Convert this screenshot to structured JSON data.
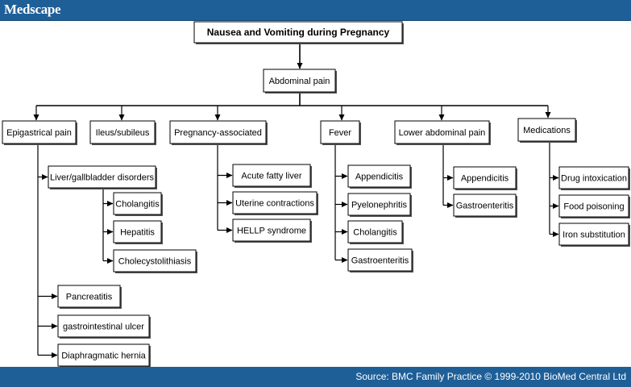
{
  "header": {
    "brand": "Medscape"
  },
  "footer": {
    "source": "Source: BMC Family Practice © 1999-2010 BioMed Central Ltd"
  },
  "diagram": {
    "title": "Nausea and Vomiting during Pregnancy",
    "root": "Abdominal pain",
    "categories": [
      {
        "label": "Epigastrical pain",
        "children": [
          {
            "label": "Liver/gallbladder disorders",
            "children": [
              "Cholangitis",
              "Hepatitis",
              "Cholecystolithiasis"
            ]
          },
          {
            "label": "Pancreatitis"
          },
          {
            "label": "gastrointestinal ulcer"
          },
          {
            "label": "Diaphragmatic hernia"
          }
        ]
      },
      {
        "label": "Ileus/subileus",
        "children": []
      },
      {
        "label": "Pregnancy-associated",
        "children": [
          {
            "label": "Acute fatty liver"
          },
          {
            "label": "Uterine contractions"
          },
          {
            "label": "HELLP syndrome"
          }
        ]
      },
      {
        "label": "Fever",
        "children": [
          {
            "label": "Appendicitis"
          },
          {
            "label": "Pyelonephritis"
          },
          {
            "label": "Cholangitis"
          },
          {
            "label": "Gastroenteritis"
          }
        ]
      },
      {
        "label": "Lower abdominal pain",
        "children": [
          {
            "label": "Appendicitis"
          },
          {
            "label": "Gastroenteritis"
          }
        ]
      },
      {
        "label": "Medications",
        "children": [
          {
            "label": "Drug intoxication"
          },
          {
            "label": "Food poisoning"
          },
          {
            "label": "Iron substitution"
          }
        ]
      }
    ]
  }
}
